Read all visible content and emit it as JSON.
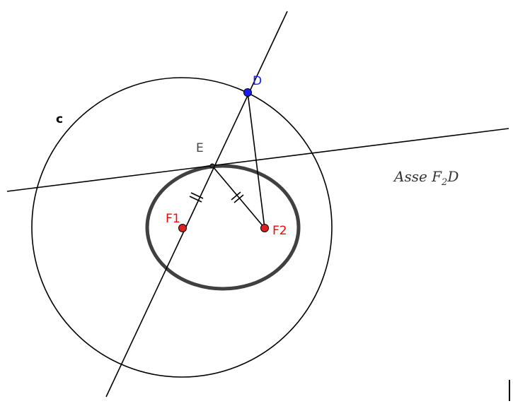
{
  "labels": {
    "circle": "c",
    "point_d": "D",
    "point_e": "E",
    "focus_1": "F1",
    "focus_2": "F2",
    "axis_text": "Asse F",
    "axis_sub": "2",
    "axis_end": "D"
  },
  "colors": {
    "line": "#000000",
    "ellipse": "#404040",
    "point_d": "#1a1aff",
    "focus": "#e02020",
    "focus_label": "#ff0000",
    "point_e_label": "#444444",
    "axis_label": "#333333"
  }
}
